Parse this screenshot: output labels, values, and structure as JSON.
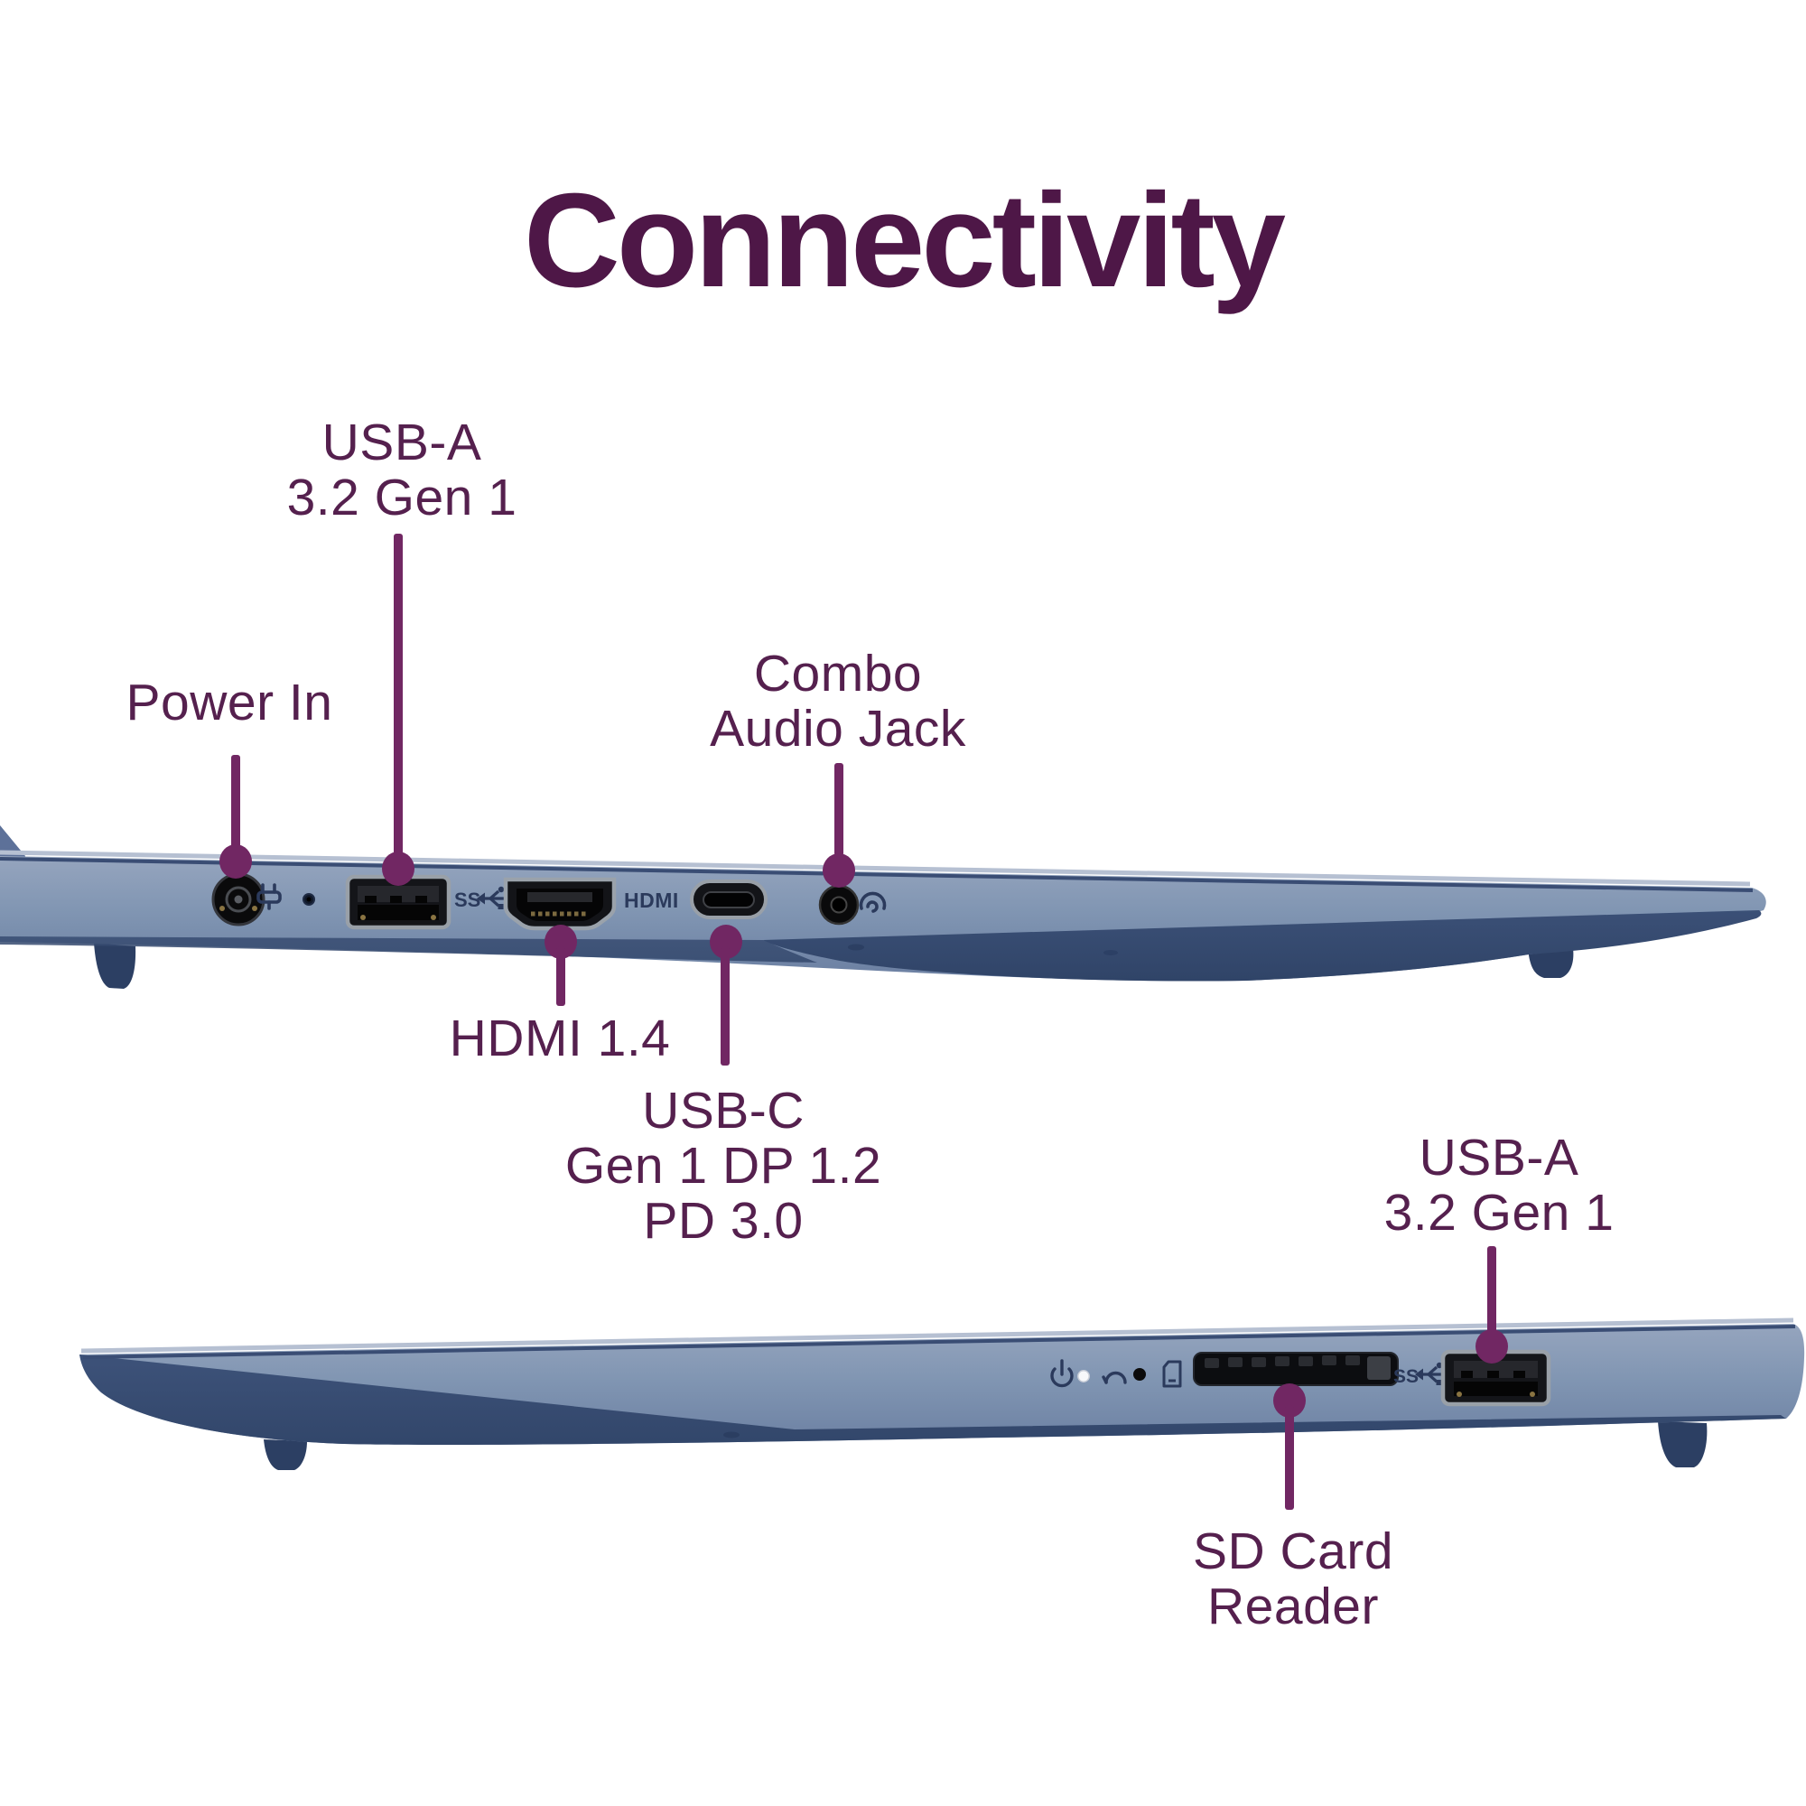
{
  "title": "Connectivity",
  "colors": {
    "title": "#4e1747",
    "label": "#55204e",
    "callout": "#712763",
    "body_light": "#8095b2",
    "body_dark": "#2e4265",
    "marking": "#2b3a5c"
  },
  "left_view": {
    "description": "laptop left side profile",
    "callouts": {
      "power_in": {
        "line1": "Power In"
      },
      "usb_a": {
        "line1": "USB-A",
        "line2": "3.2 Gen 1"
      },
      "combo_audio": {
        "line1": "Combo",
        "line2": "Audio Jack"
      },
      "hdmi": {
        "line1": "HDMI 1.4"
      },
      "usb_c": {
        "line1": "USB-C",
        "line2": "Gen 1 DP 1.2",
        "line3": "PD 3.0"
      }
    },
    "markings": {
      "usb_ss": "SS",
      "hdmi_etch": "HDMI"
    }
  },
  "right_view": {
    "description": "laptop right side profile",
    "callouts": {
      "usb_a": {
        "line1": "USB-A",
        "line2": "3.2 Gen 1"
      },
      "sd_reader": {
        "line1": "SD Card",
        "line2": "Reader"
      }
    },
    "markings": {
      "usb_ss": "SS"
    }
  }
}
